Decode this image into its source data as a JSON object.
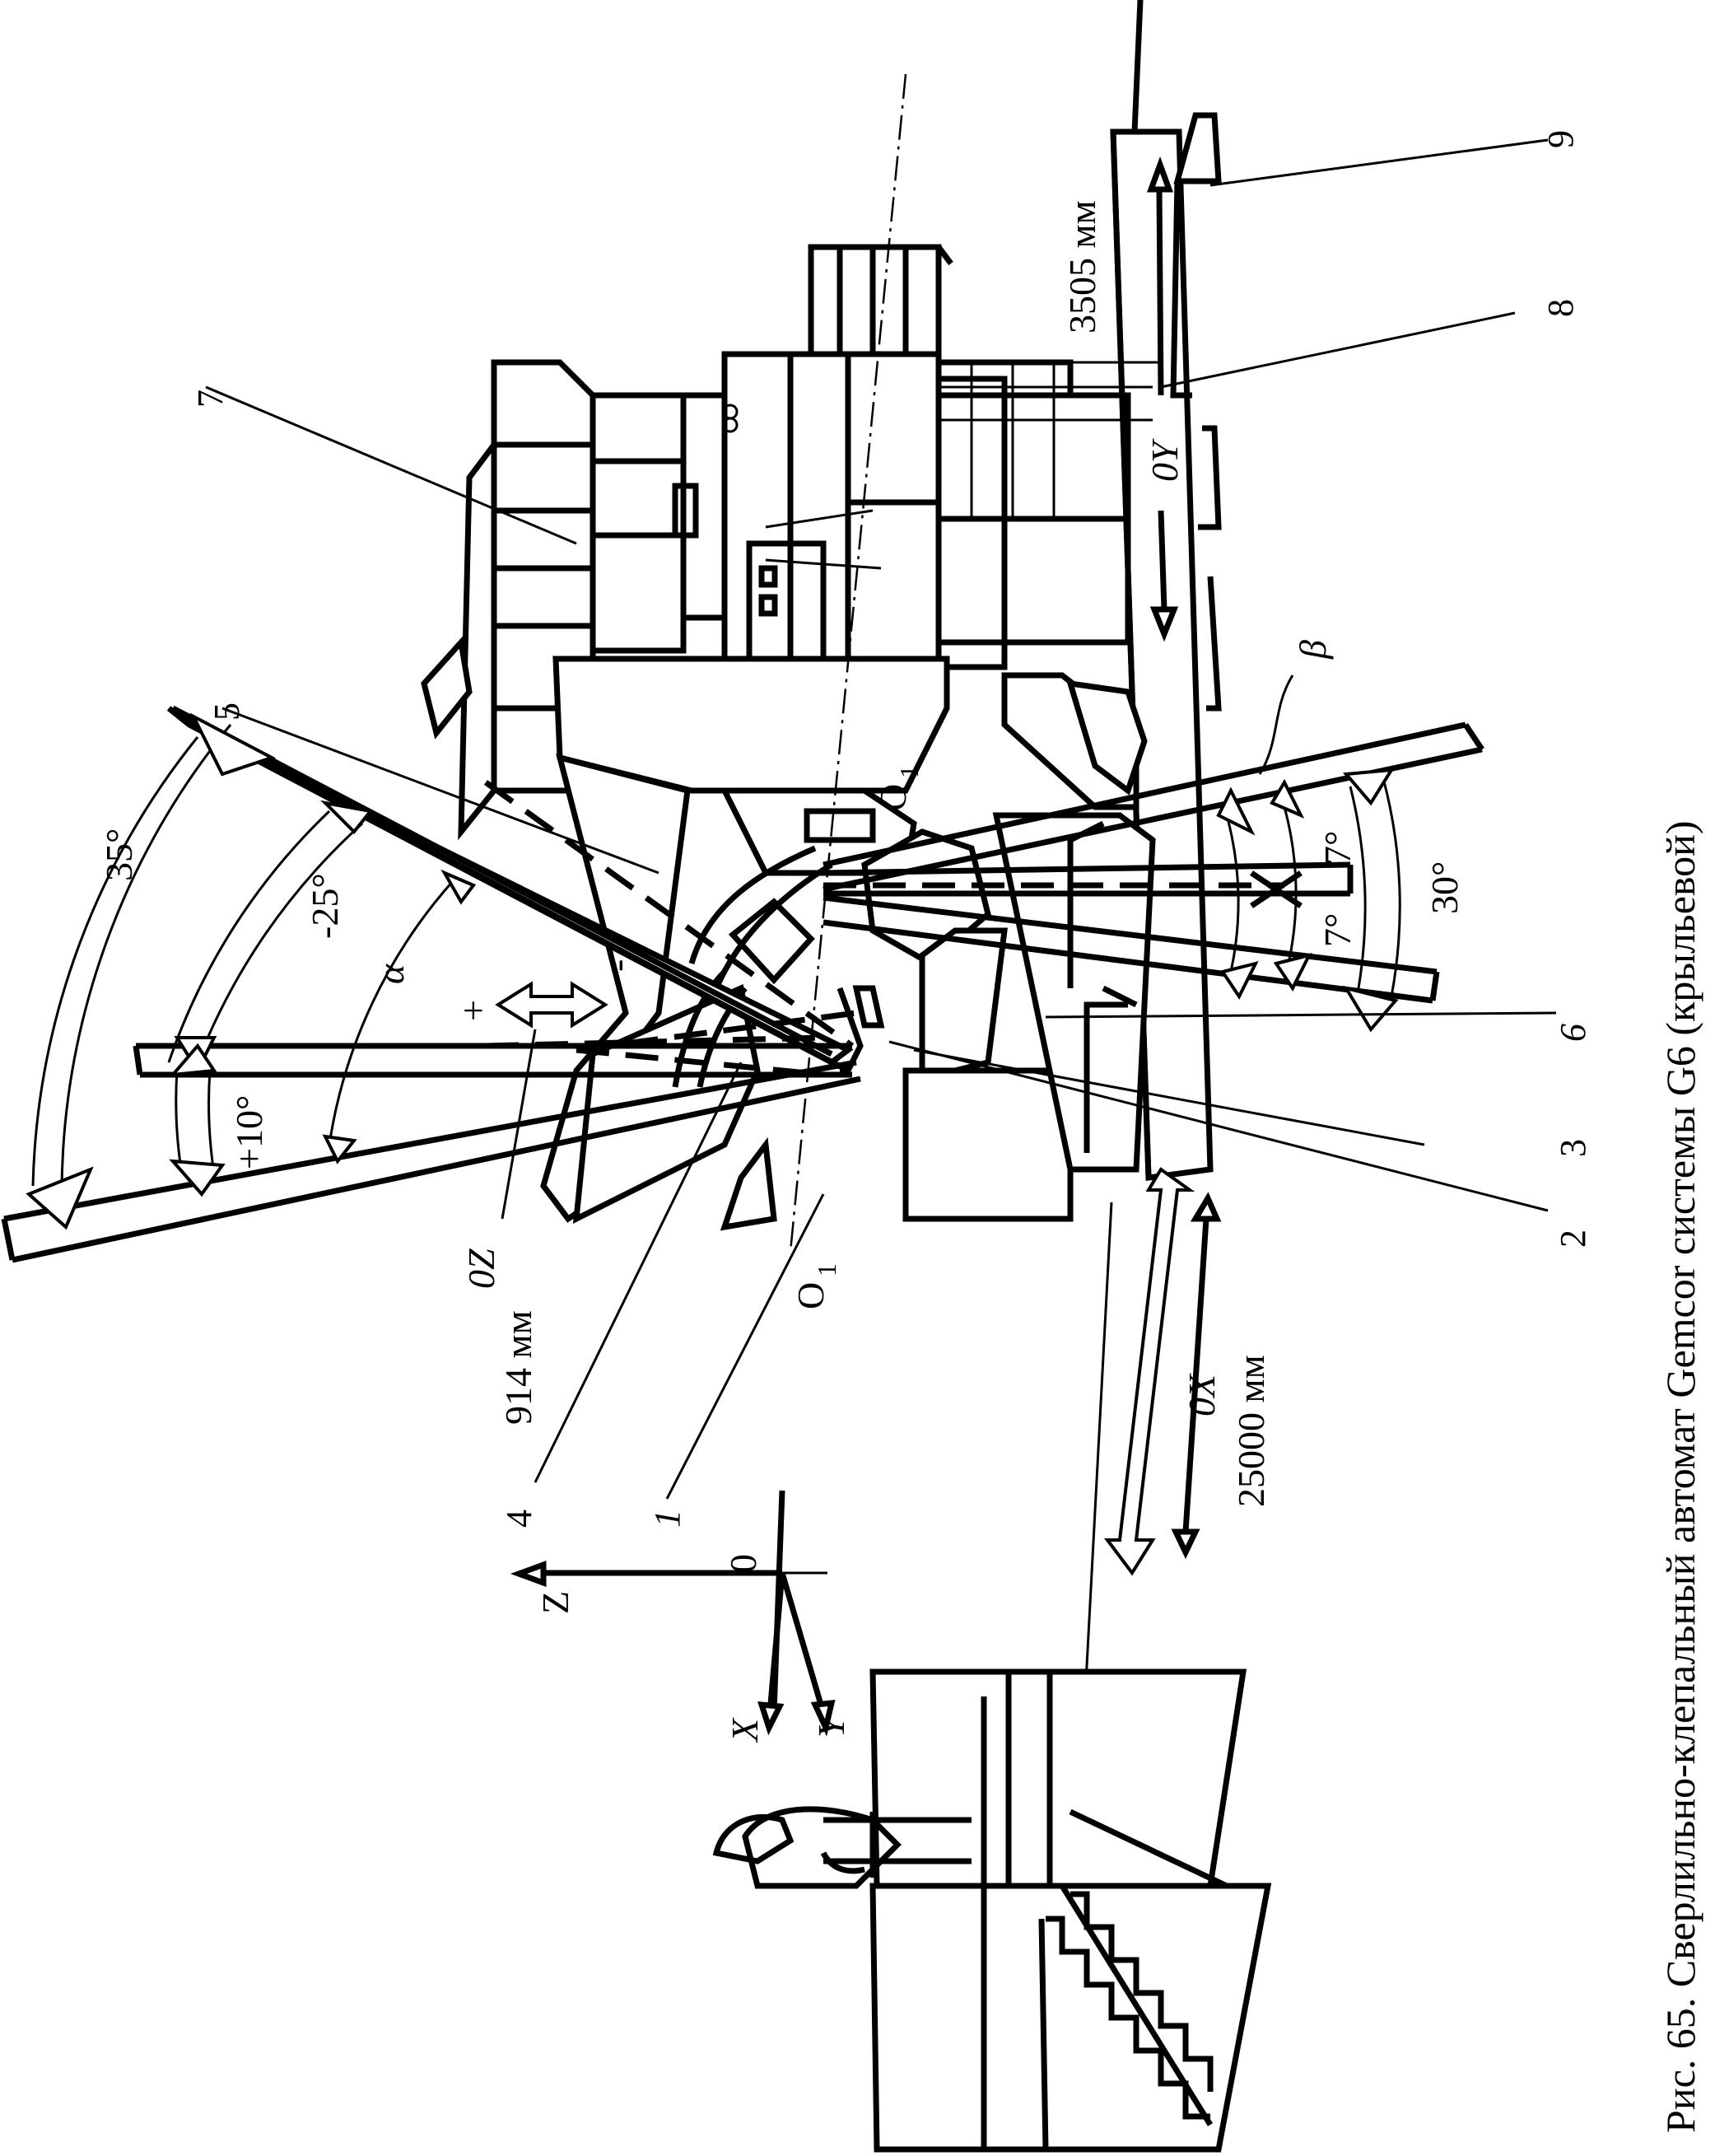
{
  "caption": "Рис. 65. Сверлильно-клепальный автомат Gemcor системы G6 (крыльевой)",
  "callouts": [
    "1",
    "2",
    "3",
    "4",
    "5",
    "6",
    "7",
    "8",
    "9"
  ],
  "dimensions": {
    "dim_3505": "3505 мм",
    "dim_914": "914 мм",
    "dim_25000": "25000 мм"
  },
  "axes": {
    "oy": "0Y",
    "oz": "0Z",
    "ox": "0X",
    "x": "X",
    "y": "Y",
    "z": "Z",
    "origin": "0",
    "o1_top": "O",
    "o1_top_sub": "1",
    "o1_bottom": "O",
    "o1_bottom_sub": "1"
  },
  "angles": {
    "a35": "35°",
    "a_minus25": "-25°",
    "a_plus10": "+10°",
    "alpha": "α",
    "beta": "β",
    "a30": "30°",
    "a7_upper": "7°",
    "a7_lower": "7°",
    "plus": "+",
    "minus": "-"
  }
}
